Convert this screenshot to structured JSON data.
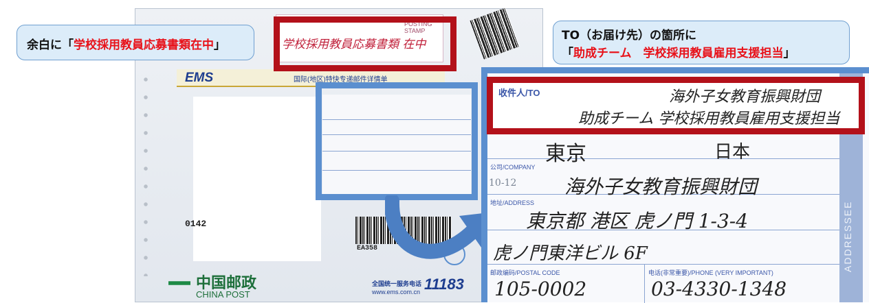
{
  "callout_left": {
    "prefix": "余白に「",
    "highlight": "学校採用教員応募書類在中",
    "suffix": "」"
  },
  "callout_right": {
    "line1": "TO（お届け先）の箇所に",
    "line2_open": "「",
    "line2_highlight": "助成チーム　学校採用教員雇用支援担当",
    "line2_close": "」"
  },
  "envelope": {
    "handwritten_margin": "学校採用教員応募書類 在中",
    "posting_stamp_label": "POSTING STAMP",
    "ems_logo": "EMS",
    "form_title": "国际(地区)特快专递邮件详情单",
    "number_fragment": "0142",
    "barcode_text": "EA358",
    "brand_cn": "中国邮政",
    "brand_en": "CHINA POST",
    "hotline_label": "全国统一服务电话",
    "hotline_url": "www.ems.com.cn",
    "hotline_number": "11183"
  },
  "zoom": {
    "recipient_label": "收件人/TO",
    "recipient_line1": "海外子女教育振興財団",
    "recipient_line2": "助成チーム 学校採用教員雇用支援担当",
    "city": "東京",
    "country": "日本",
    "company_label": "公司/COMPANY",
    "company_value": "海外子女教育振興財団",
    "address_label": "地址/ADDRESS",
    "address_line1": "東京都 港区 虎ノ門 1-3-4",
    "address_line2": "虎ノ門東洋ビル 6F",
    "postal_label": "邮政编码/POSTAL CODE",
    "postal_value": "105-0002",
    "phone_label": "电话(非常重要)/PHONE (VERY IMPORTANT)",
    "phone_value": "03-4330-1348",
    "side_label": "ADDRESSEE",
    "stamp_fragment": "10-12"
  },
  "colors": {
    "highlight_red": "#e8121a",
    "frame_red": "#b3111a",
    "frame_blue": "#5b8fcf",
    "callout_bg": "#dcecf9"
  }
}
